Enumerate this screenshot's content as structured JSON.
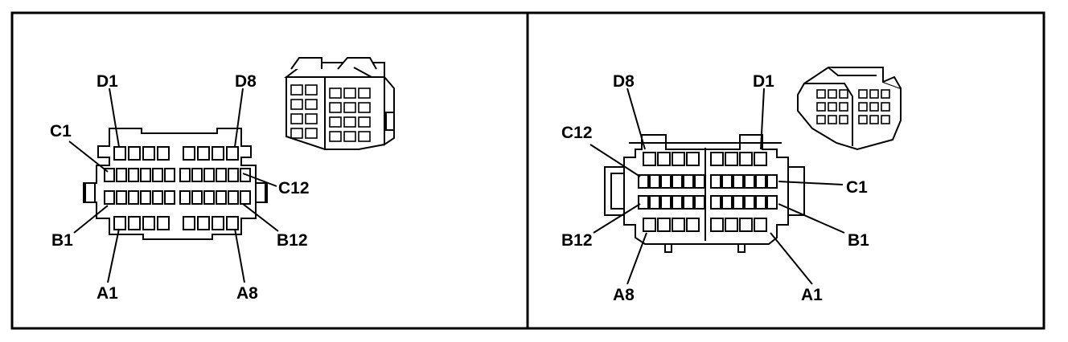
{
  "left_view": {
    "labels": {
      "d1": "D1",
      "d8": "D8",
      "c1": "C1",
      "c12": "C12",
      "b1": "B1",
      "b12": "B12",
      "a1": "A1",
      "a8": "A8"
    }
  },
  "right_view": {
    "labels": {
      "d8": "D8",
      "d1": "D1",
      "c12": "C12",
      "c1": "C1",
      "b12": "B12",
      "b1": "B1",
      "a8": "A8",
      "a1": "A1"
    }
  }
}
